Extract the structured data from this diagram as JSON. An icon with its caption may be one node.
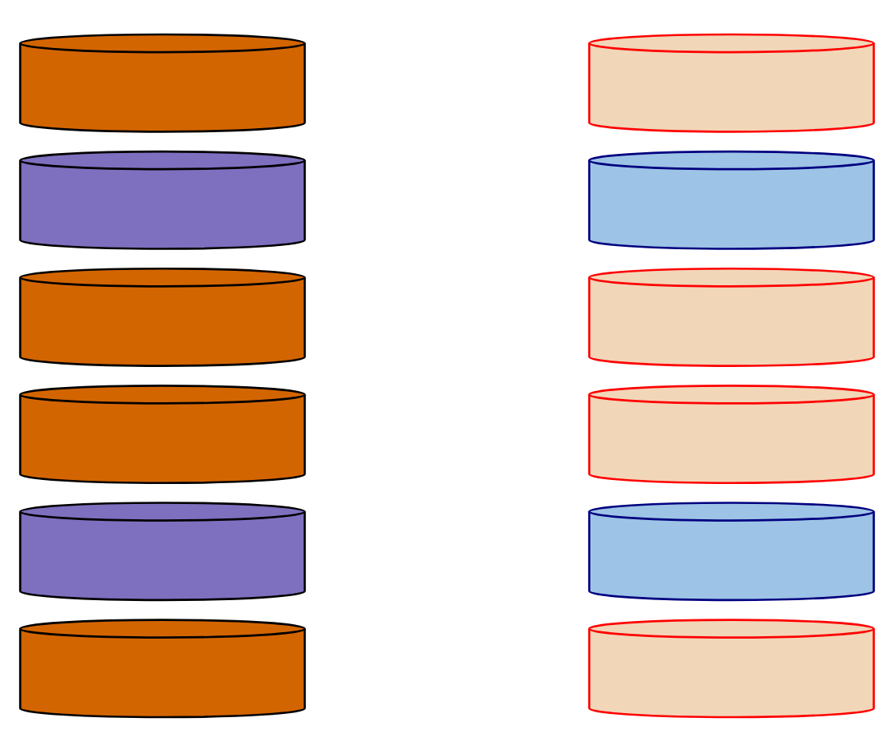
{
  "diagram": {
    "nodes": [
      {
        "text": [],
        "shape": "cylinder"
      },
      {
        "text": [],
        "shape": "cylinder"
      },
      {
        "text": [],
        "shape": "cylinder"
      },
      {
        "text": [],
        "shape": "cylinder"
      },
      {
        "text": [],
        "shape": "cylinder"
      },
      {
        "text": [],
        "shape": "cylinder"
      },
      {
        "text": [],
        "shape": "cylinder"
      },
      {
        "text": [],
        "shape": "cylinder"
      },
      {
        "text": [],
        "shape": "cylinder"
      },
      {
        "text": [],
        "shape": "cylinder"
      },
      {
        "text": [],
        "shape": "cylinder"
      },
      {
        "text": [],
        "shape": "cylinder"
      }
    ],
    "edges": []
  }
}
